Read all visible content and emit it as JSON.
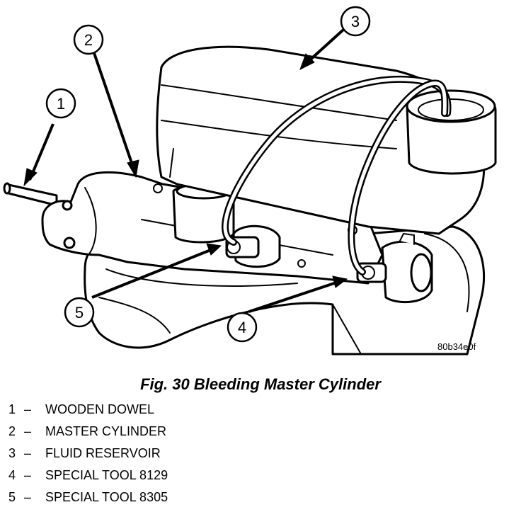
{
  "callouts": [
    "1",
    "2",
    "3",
    "4",
    "5"
  ],
  "figure_code": "80b34e0f",
  "caption": "Fig. 30 Bleeding Master Cylinder",
  "legend": [
    {
      "num": "1",
      "dash": "–",
      "label": "WOODEN DOWEL"
    },
    {
      "num": "2",
      "dash": "–",
      "label": "MASTER CYLINDER"
    },
    {
      "num": "3",
      "dash": "–",
      "label": "FLUID RESERVOIR"
    },
    {
      "num": "4",
      "dash": "–",
      "label": "SPECIAL TOOL 8129"
    },
    {
      "num": "5",
      "dash": "–",
      "label": "SPECIAL TOOL 8305"
    }
  ]
}
